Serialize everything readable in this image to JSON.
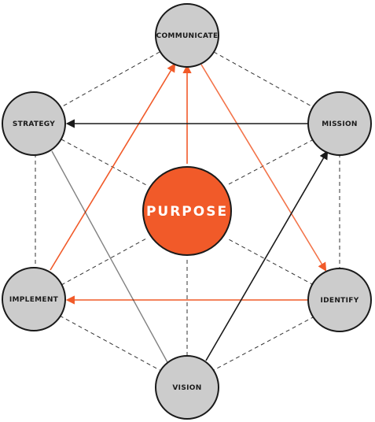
{
  "diagram": {
    "center": {
      "label": "PURPOSE",
      "color": "#f15a29"
    },
    "nodes": [
      {
        "id": "communicate",
        "label": "COMMUNICATE"
      },
      {
        "id": "strategy",
        "label": "STRATEGY"
      },
      {
        "id": "mission",
        "label": "MISSION"
      },
      {
        "id": "implement",
        "label": "IMPLEMENT"
      },
      {
        "id": "identify",
        "label": "IDENTIFY"
      },
      {
        "id": "vision",
        "label": "VISION"
      }
    ],
    "colors": {
      "node_fill": "#cccccc",
      "node_stroke": "#1a1a1a",
      "accent": "#f15a29",
      "dark_arrow": "#1a1a1a",
      "dashed_line": "#333333"
    }
  }
}
